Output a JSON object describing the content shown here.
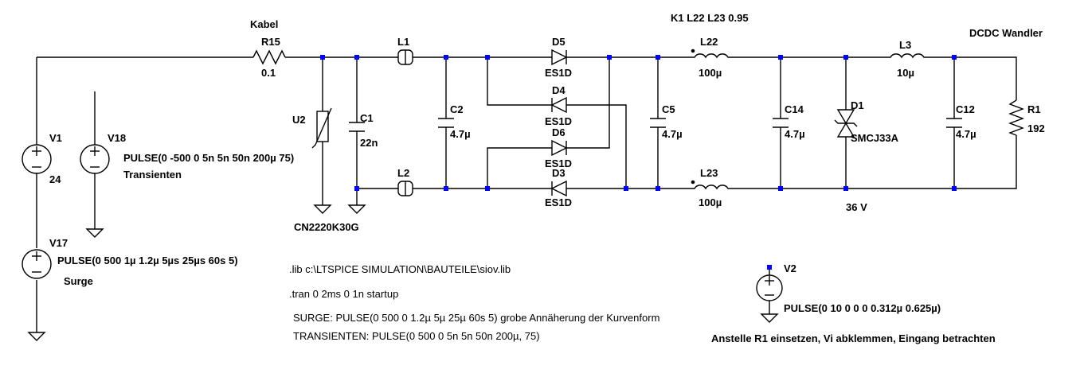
{
  "labels": {
    "kabel": "Kabel",
    "k_statement": "K1 L22 L23 0.95",
    "dcdc": "DCDC Wandler",
    "v36": "36 V"
  },
  "components": {
    "R15": {
      "name": "R15",
      "value": "0.1"
    },
    "L1": {
      "name": "L1"
    },
    "L2": {
      "name": "L2"
    },
    "D5": {
      "name": "D5",
      "value": "ES1D"
    },
    "D4": {
      "name": "D4",
      "value": "ES1D"
    },
    "D6": {
      "name": "D6",
      "value": "ES1D"
    },
    "D3": {
      "name": "D3",
      "value": "ES1D"
    },
    "L22": {
      "name": "L22",
      "value": "100µ"
    },
    "L23": {
      "name": "L23",
      "value": "100µ"
    },
    "L3": {
      "name": "L3",
      "value": "10µ"
    },
    "U2": {
      "name": "U2",
      "value": "CN2220K30G"
    },
    "C1": {
      "name": "C1",
      "value": "22n"
    },
    "C2": {
      "name": "C2",
      "value": "4.7µ"
    },
    "C5": {
      "name": "C5",
      "value": "4.7µ"
    },
    "C14": {
      "name": "C14",
      "value": "4.7µ"
    },
    "C12": {
      "name": "C12",
      "value": "4.7µ"
    },
    "D1": {
      "name": "D1",
      "value": "SMCJ33A"
    },
    "R1": {
      "name": "R1",
      "value": "192"
    },
    "V1": {
      "name": "V1",
      "value": "24"
    },
    "V18": {
      "name": "V18",
      "value": "PULSE(0 -500 0 5n 5n 50n 200µ 75)",
      "note": "Transienten"
    },
    "V17": {
      "name": "V17",
      "value": "PULSE(0 500 1µ 1.2µ 5µs 25µs 60s 5)",
      "note": "Surge"
    },
    "V2": {
      "name": "V2",
      "value": "PULSE(0 10 0 0 0 0.312µ 0.625µ)"
    }
  },
  "directives": {
    "lib": ".lib c:\\LTSPICE SIMULATION\\BAUTEILE\\siov.lib",
    "tran": ".tran 0 2ms 0 1n startup",
    "surge": "SURGE: PULSE(0 500 0 1.2µ 5µ 25µ 60s 5) grobe Annäherung der Kurvenform",
    "transienten": "TRANSIENTEN: PULSE(0 500 0 5n 5n 50n 200µ, 75)",
    "note": "Anstelle R1 einsetzen, Vi abklemmen, Eingang betrachten"
  },
  "colors": {
    "wire": "#000000",
    "node": "#0000ff",
    "background": "#ffffff"
  }
}
